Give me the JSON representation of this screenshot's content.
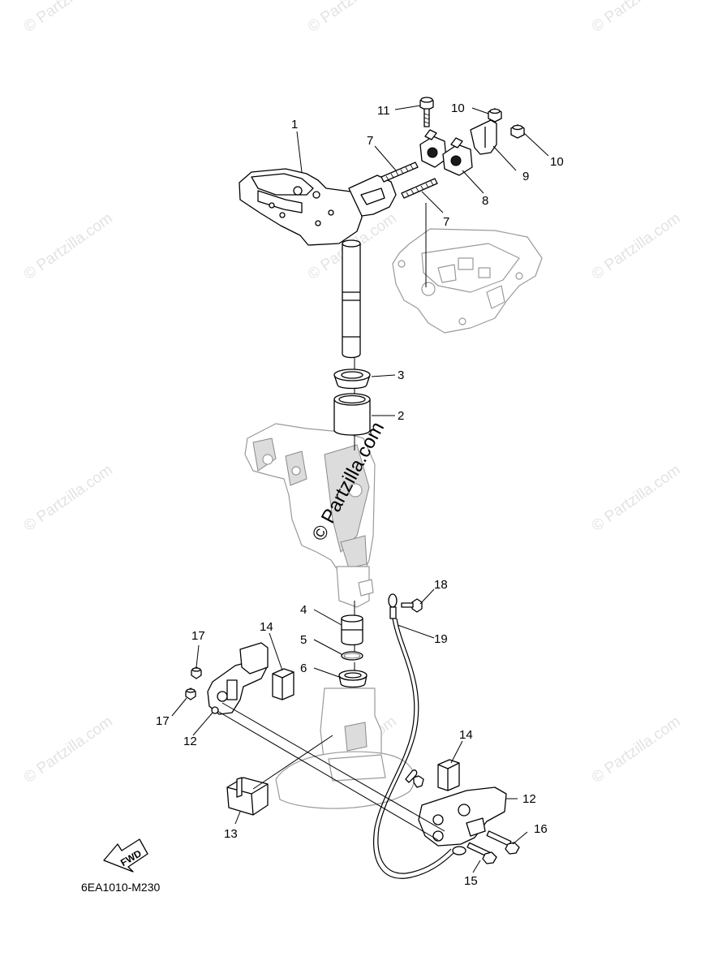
{
  "diagram_code": "6EA1010-M230",
  "watermark": {
    "center_text": "© Partzilla.com",
    "tile_text": "© Partzilla.com"
  },
  "arrow_label": "FWD",
  "callouts": {
    "c1": "1",
    "c2": "2",
    "c3": "3",
    "c4": "4",
    "c5": "5",
    "c6": "6",
    "c7a": "7",
    "c7b": "7",
    "c8": "8",
    "c9": "9",
    "c10a": "10",
    "c10b": "10",
    "c11": "11",
    "c12a": "12",
    "c12b": "12",
    "c13": "13",
    "c14a": "14",
    "c14b": "14",
    "c15": "15",
    "c16": "16",
    "c17a": "17",
    "c17b": "17",
    "c18": "18",
    "c19": "19"
  }
}
